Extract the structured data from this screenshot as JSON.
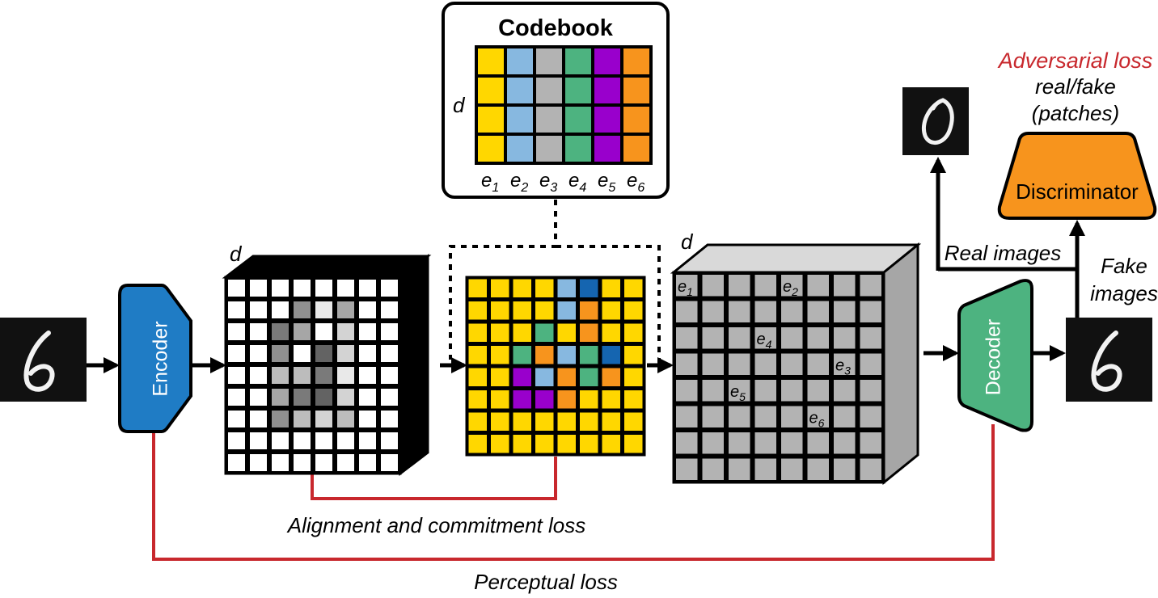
{
  "codebook": {
    "title": "Codebook",
    "dim_label": "d",
    "entries": [
      {
        "e": "e",
        "sub": "1",
        "color": "#ffd700"
      },
      {
        "e": "e",
        "sub": "2",
        "color": "#87b8e0"
      },
      {
        "e": "e",
        "sub": "3",
        "color": "#b3b3b3"
      },
      {
        "e": "e",
        "sub": "4",
        "color": "#4db380"
      },
      {
        "e": "e",
        "sub": "5",
        "color": "#9900cc"
      },
      {
        "e": "e",
        "sub": "6",
        "color": "#f7941d"
      }
    ]
  },
  "encoder": {
    "label": "Encoder",
    "color": "#1f7cc5"
  },
  "decoder": {
    "label": "Decoder",
    "color": "#4db380"
  },
  "discriminator": {
    "label": "Discriminator",
    "color": "#f7941d"
  },
  "encoded_cube": {
    "dim_label": "d",
    "grid": [
      [
        0,
        0,
        0,
        0,
        0,
        0,
        0,
        0
      ],
      [
        0,
        0,
        0,
        4,
        8,
        5,
        0,
        0
      ],
      [
        0,
        0,
        3,
        5,
        9,
        7,
        0,
        0
      ],
      [
        0,
        0,
        4,
        9,
        2,
        7,
        0,
        0
      ],
      [
        0,
        0,
        6,
        6,
        3,
        8,
        0,
        0
      ],
      [
        0,
        0,
        5,
        3,
        2,
        7,
        0,
        0
      ],
      [
        0,
        0,
        4,
        6,
        7,
        6,
        0,
        0
      ],
      [
        0,
        0,
        0,
        0,
        0,
        0,
        0,
        0
      ],
      [
        0,
        0,
        0,
        0,
        0,
        0,
        0,
        0
      ]
    ]
  },
  "quantized_grid": {
    "grid": [
      [
        1,
        1,
        1,
        1,
        2,
        7,
        1,
        1
      ],
      [
        1,
        1,
        1,
        1,
        2,
        6,
        1,
        1
      ],
      [
        1,
        1,
        1,
        4,
        1,
        6,
        1,
        1
      ],
      [
        1,
        1,
        4,
        6,
        2,
        4,
        7,
        1
      ],
      [
        1,
        1,
        5,
        2,
        6,
        4,
        6,
        1
      ],
      [
        1,
        1,
        5,
        5,
        6,
        1,
        1,
        1
      ],
      [
        1,
        1,
        1,
        1,
        1,
        1,
        1,
        1
      ],
      [
        1,
        1,
        1,
        1,
        1,
        1,
        1,
        1
      ]
    ],
    "extra_colors": {
      "7": "#1565b0"
    }
  },
  "decoded_cube": {
    "dim_label": "d",
    "labels": [
      {
        "e": "e",
        "sub": "1",
        "row": 0,
        "col": 0
      },
      {
        "e": "e",
        "sub": "2",
        "row": 0,
        "col": 4
      },
      {
        "e": "e",
        "sub": "4",
        "row": 2,
        "col": 3
      },
      {
        "e": "e",
        "sub": "3",
        "row": 3,
        "col": 6
      },
      {
        "e": "e",
        "sub": "5",
        "row": 4,
        "col": 2
      },
      {
        "e": "e",
        "sub": "6",
        "row": 5,
        "col": 5
      }
    ]
  },
  "losses": {
    "adversarial_title": "Adversarial loss",
    "adversarial_sub1": "real/fake",
    "adversarial_sub2": "(patches)",
    "alignment": "Alignment and commitment loss",
    "perceptual": "Perceptual loss",
    "loss_color": "#c8282d"
  },
  "flow_labels": {
    "real_images": "Real images",
    "fake_images_1": "Fake",
    "fake_images_2": "images"
  }
}
